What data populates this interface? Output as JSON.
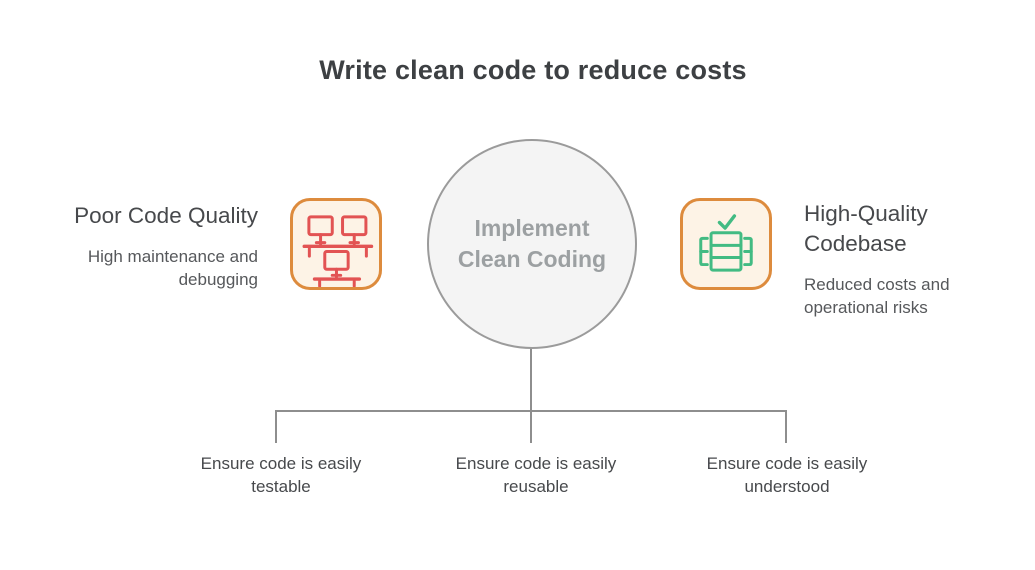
{
  "title": "Write clean code to reduce costs",
  "center_node": {
    "lines": [
      "Implement",
      "Clean Coding"
    ]
  },
  "left_section": {
    "heading": "Poor Code Quality",
    "subtitle_lines": [
      "High maintenance and",
      "debugging"
    ],
    "icon": "workstations-icon"
  },
  "right_section": {
    "heading_lines": [
      "High-Quality",
      "Codebase"
    ],
    "subtitle_lines": [
      "Reduced costs and",
      "operational risks"
    ],
    "icon": "verified-codebase-icon"
  },
  "branches": [
    {
      "lines": [
        "Ensure code is easily",
        "testable"
      ]
    },
    {
      "lines": [
        "Ensure code is easily",
        "reusable"
      ]
    },
    {
      "lines": [
        "Ensure code is easily",
        "understood"
      ]
    }
  ],
  "colors": {
    "accent-orange": "#dd8b3d",
    "icon-bg": "#fdf3e6",
    "icon-red": "#e25353",
    "icon-green": "#42bb83",
    "circle-fill": "#f4f4f4",
    "circle-stroke": "#9b9b9b",
    "circle-text": "#9ca0a2",
    "line-color": "#8e8e8e",
    "title-color": "#3d4043",
    "heading-color": "#47494c",
    "subtitle-color": "#56585b"
  }
}
